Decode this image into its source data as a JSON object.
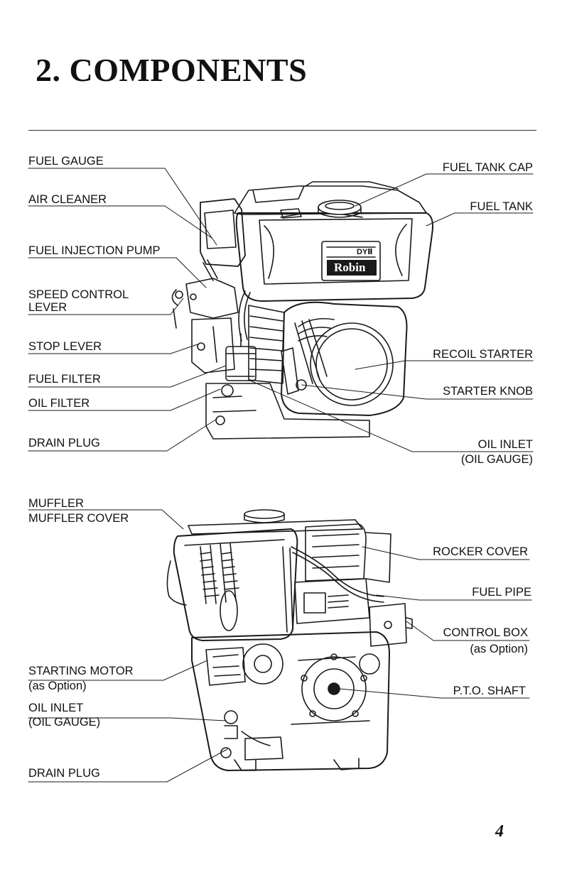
{
  "page": {
    "title": "2. COMPONENTS",
    "page_number": "4"
  },
  "figure1": {
    "labels": {
      "fuel_gauge": "FUEL GAUGE",
      "air_cleaner": "AIR CLEANER",
      "fuel_injection_pump": "FUEL INJECTION PUMP",
      "speed_control_lever_1": "SPEED CONTROL",
      "speed_control_lever_2": "LEVER",
      "stop_lever": "STOP LEVER",
      "fuel_filter": "FUEL FILTER",
      "oil_filter": "OIL FILTER",
      "drain_plug": "DRAIN PLUG",
      "fuel_tank_cap": "FUEL TANK CAP",
      "fuel_tank": "FUEL TANK",
      "recoil_starter": "RECOIL STARTER",
      "starter_knob": "STARTER KNOB",
      "oil_inlet": "OIL INLET",
      "oil_gauge": "(OIL GAUGE)"
    },
    "badge": {
      "model": "DYⅡ",
      "brand": "Robin"
    }
  },
  "figure2": {
    "labels": {
      "muffler": "MUFFLER",
      "muffler_cover": "MUFFLER COVER",
      "starting_motor": "STARTING MOTOR",
      "starting_motor_note": "(as Option)",
      "oil_inlet": "OIL INLET",
      "oil_gauge": "(OIL GAUGE)",
      "drain_plug": "DRAIN PLUG",
      "rocker_cover": "ROCKER COVER",
      "fuel_pipe": "FUEL PIPE",
      "control_box": "CONTROL BOX",
      "control_box_note": "(as Option)",
      "pto_shaft": "P.T.O. SHAFT"
    }
  }
}
